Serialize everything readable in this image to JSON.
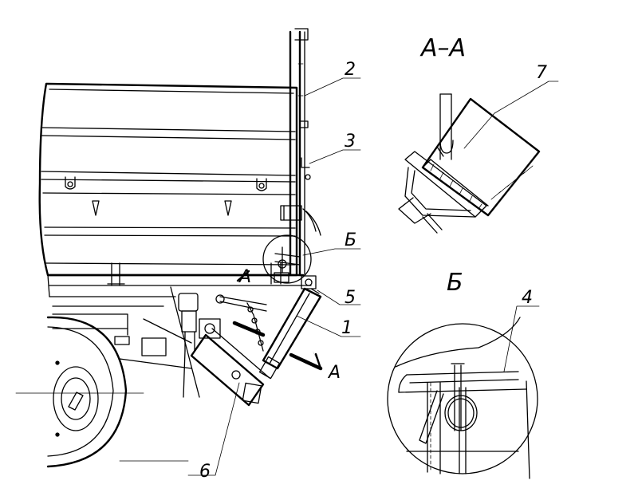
{
  "diagram": {
    "section_title": "А–А",
    "detail_title": "Б",
    "callouts": {
      "c1": "1",
      "c2": "2",
      "c3": "3",
      "c4": "4",
      "c5": "5",
      "c6": "6",
      "c7": "7",
      "cA_left": "А",
      "cA_right": "А",
      "cB_main": "Б"
    }
  }
}
